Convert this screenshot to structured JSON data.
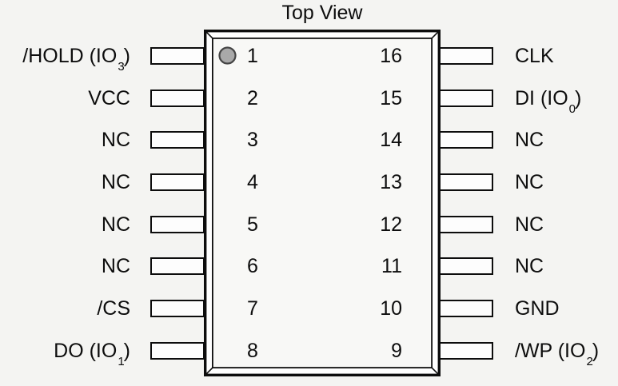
{
  "title": "Top View",
  "package": {
    "pin_count": 16,
    "pin1_indicator": "gray-dot"
  },
  "colors": {
    "background": "#f4f4f2",
    "line": "#0d0d0d",
    "frame_gap": "#ffffff",
    "chip_interior": "#f8f8f6",
    "lead_fill": "#fdfdfd",
    "pin1_dot_fill": "#a9a9a9",
    "pin1_dot_stroke": "#444444"
  },
  "left_pins": [
    {
      "name": "/HOLD (IO",
      "sub": "3",
      "post": ")",
      "num": "1"
    },
    {
      "name": "VCC",
      "sub": "",
      "post": "",
      "num": "2"
    },
    {
      "name": "NC",
      "sub": "",
      "post": "",
      "num": "3"
    },
    {
      "name": "NC",
      "sub": "",
      "post": "",
      "num": "4"
    },
    {
      "name": "NC",
      "sub": "",
      "post": "",
      "num": "5"
    },
    {
      "name": "NC",
      "sub": "",
      "post": "",
      "num": "6"
    },
    {
      "name": "/CS",
      "sub": "",
      "post": "",
      "num": "7"
    },
    {
      "name": "DO (IO",
      "sub": "1",
      "post": ")",
      "num": "8"
    }
  ],
  "right_pins": [
    {
      "name": "CLK",
      "sub": "",
      "post": "",
      "num": "16"
    },
    {
      "name": "DI (IO",
      "sub": "0",
      "post": ")",
      "num": "15"
    },
    {
      "name": "NC",
      "sub": "",
      "post": "",
      "num": "14"
    },
    {
      "name": "NC",
      "sub": "",
      "post": "",
      "num": "13"
    },
    {
      "name": "NC",
      "sub": "",
      "post": "",
      "num": "12"
    },
    {
      "name": "NC",
      "sub": "",
      "post": "",
      "num": "11"
    },
    {
      "name": "GND",
      "sub": "",
      "post": "",
      "num": "10"
    },
    {
      "name": "/WP (IO",
      "sub": "2",
      "post": ")",
      "num": "9"
    }
  ]
}
